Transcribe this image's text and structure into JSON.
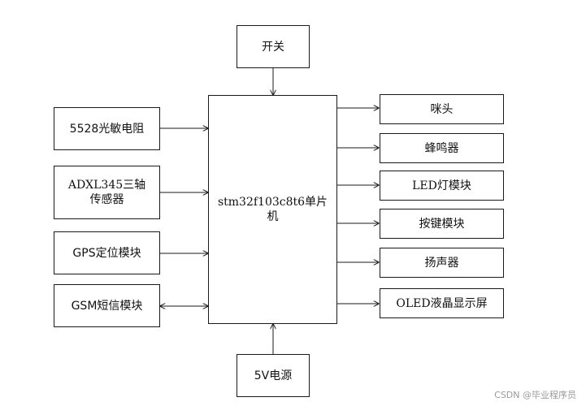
{
  "diagram": {
    "mcu": "stm32f103c8t6单片机",
    "top": "开关",
    "bottom": "5V电源",
    "left": [
      "5528光敏电阻",
      "ADXL345三轴传感器",
      "GPS定位模块",
      "GSM短信模块"
    ],
    "right": [
      "咪头",
      "蜂鸣器",
      "LED灯模块",
      "按键模块",
      "扬声器",
      "OLED液晶显示屏"
    ]
  },
  "watermark": "CSDN @毕业程序员"
}
